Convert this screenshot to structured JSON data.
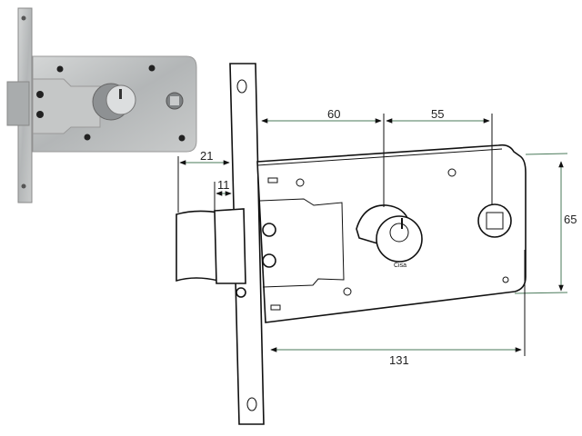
{
  "diagram": {
    "dimensions": {
      "backset_to_cylinder": "60",
      "cylinder_to_spindle": "55",
      "latch_projection": "21",
      "faceplate_offset": "11",
      "body_height": "65",
      "body_length": "131"
    },
    "colors": {
      "dimension_line": "#4a7a5a",
      "outline": "#111111",
      "photo_metal": "#b9bcbd"
    }
  }
}
